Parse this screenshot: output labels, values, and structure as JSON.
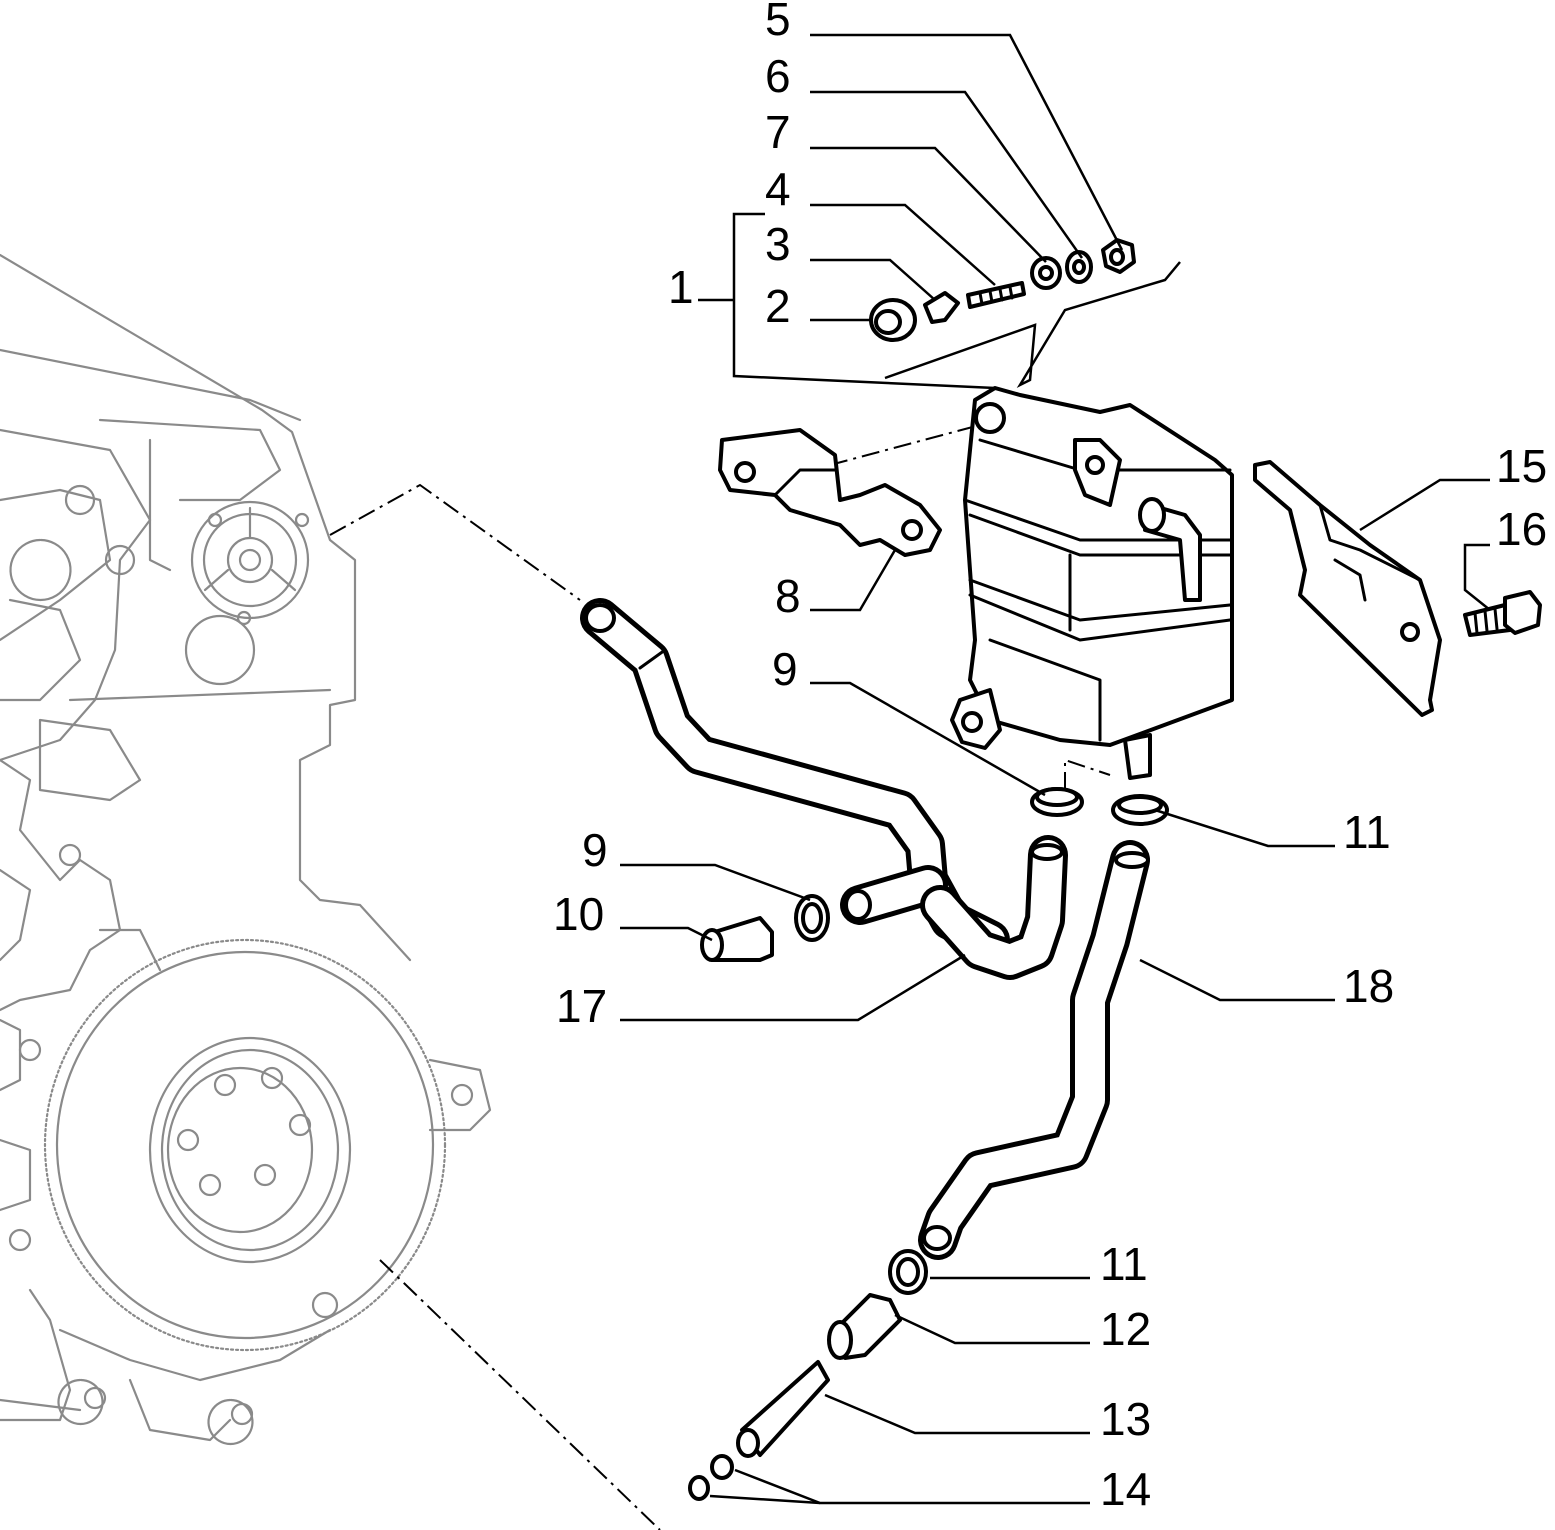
{
  "figure": {
    "type": "exploded parts diagram",
    "subject": "engine coolant expansion tank assembly with hoses and fittings"
  },
  "callouts": [
    {
      "id": "callout-1",
      "label": "1"
    },
    {
      "id": "callout-2",
      "label": "2"
    },
    {
      "id": "callout-3",
      "label": "3"
    },
    {
      "id": "callout-4",
      "label": "4"
    },
    {
      "id": "callout-5",
      "label": "5"
    },
    {
      "id": "callout-6",
      "label": "6"
    },
    {
      "id": "callout-7",
      "label": "7"
    },
    {
      "id": "callout-8",
      "label": "8"
    },
    {
      "id": "callout-9a",
      "label": "9"
    },
    {
      "id": "callout-9b",
      "label": "9"
    },
    {
      "id": "callout-10",
      "label": "10"
    },
    {
      "id": "callout-11a",
      "label": "11"
    },
    {
      "id": "callout-11b",
      "label": "11"
    },
    {
      "id": "callout-12",
      "label": "12"
    },
    {
      "id": "callout-13",
      "label": "13"
    },
    {
      "id": "callout-14",
      "label": "14"
    },
    {
      "id": "callout-15",
      "label": "15"
    },
    {
      "id": "callout-16",
      "label": "16"
    },
    {
      "id": "callout-17",
      "label": "17"
    },
    {
      "id": "callout-18",
      "label": "18"
    }
  ]
}
